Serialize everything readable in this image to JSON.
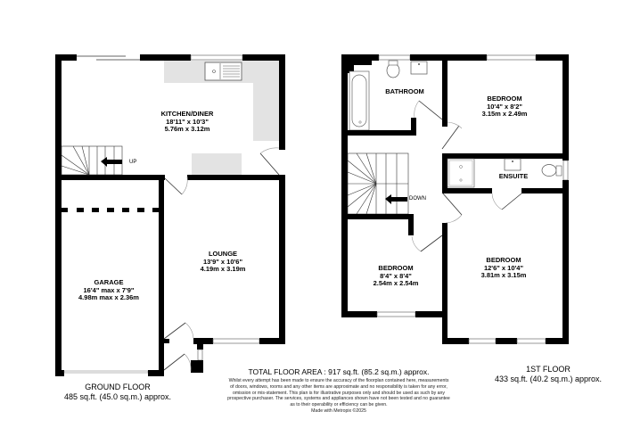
{
  "ground_floor": {
    "title": "GROUND FLOOR",
    "area": "485 sq.ft. (45.0 sq.m.) approx.",
    "rooms": [
      {
        "name": "KITCHEN/DINER",
        "imperial": "18'11\"  x 10'3\"",
        "metric": "5.76m  x 3.12m"
      },
      {
        "name": "LOUNGE",
        "imperial": "13'9\"  x 10'6\"",
        "metric": "4.19m  x 3.19m"
      },
      {
        "name": "GARAGE",
        "imperial": "16'4\" max x 7'9\"",
        "metric": "4.98m max x 2.36m"
      }
    ],
    "stairs_label": "UP"
  },
  "first_floor": {
    "title": "1ST FLOOR",
    "area": "433 sq.ft. (40.2 sq.m.) approx.",
    "rooms": [
      {
        "name": "BATHROOM"
      },
      {
        "name": "BEDROOM",
        "imperial": "10'4\"  x 8'2\"",
        "metric": "3.15m  x 2.49m"
      },
      {
        "name": "ENSUITE"
      },
      {
        "name": "BEDROOM",
        "imperial": "8'4\"  x 8'4\"",
        "metric": "2.54m  x 2.54m"
      },
      {
        "name": "BEDROOM",
        "imperial": "12'6\"  x 10'4\"",
        "metric": "3.81m  x 3.15m"
      }
    ],
    "stairs_label": "DOWN"
  },
  "footer": {
    "total_area": "TOTAL FLOOR AREA : 917 sq.ft. (85.2 sq.m.) approx.",
    "disclaimer_lines": [
      "Whilst every attempt has been made to ensure the accuracy of the floorplan contained here, measurements",
      "of doors, windows, rooms and any other items are approximate and no responsibility is taken for any error,",
      "omission or mis-statement. This plan is for illustrative purposes only and should be used as such by any",
      "prospective purchaser. The services, systems and appliances shown have not been tested and no guarantee",
      "as to their operability or efficiency can be given.",
      "Made with Metropix ©2025"
    ]
  },
  "colors": {
    "wall": "#000000",
    "worktop": "#e3e3e3",
    "window": "#ffffff",
    "background": "#ffffff"
  }
}
